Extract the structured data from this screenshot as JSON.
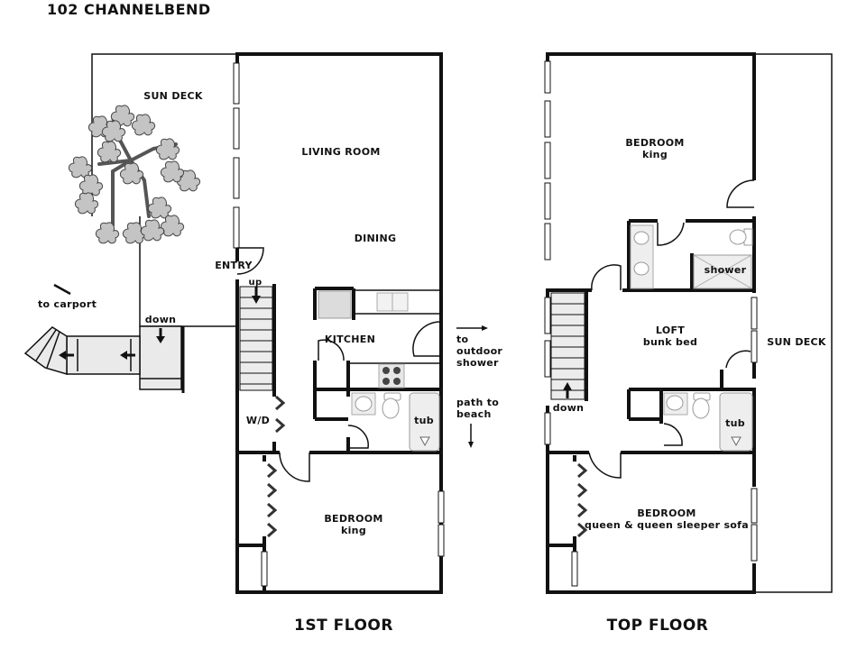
{
  "title": "102 CHANNELBEND",
  "first_floor": {
    "label": "1ST FLOOR",
    "rooms": {
      "sun_deck": "SUN DECK",
      "living_room": "LIVING ROOM",
      "dining": "DINING",
      "entry": "ENTRY",
      "kitchen": "KITCHEN",
      "wd": "W/D",
      "tub": "tub",
      "bedroom": {
        "name": "BEDROOM",
        "bed": "king"
      }
    },
    "annotations": {
      "up": "up",
      "down": "down",
      "to_carport": "to carport",
      "outdoor_shower": [
        "to",
        "outdoor",
        "shower"
      ],
      "path_to_beach": [
        "path to",
        "beach"
      ]
    }
  },
  "top_floor": {
    "label": "TOP FLOOR",
    "rooms": {
      "bedroom_top": {
        "name": "BEDROOM",
        "bed": "king"
      },
      "shower": "shower",
      "loft": {
        "name": "LOFT",
        "bed": "bunk bed"
      },
      "sun_deck": "SUN DECK",
      "tub": "tub",
      "bedroom_bottom": {
        "name": "BEDROOM",
        "bed": "queen & queen sleeper sofa"
      }
    },
    "annotations": {
      "down": "down"
    }
  },
  "colors": {
    "wall": "#111111",
    "fixture_fill": "#e6e6e6",
    "tree_fill": "#bdbdbd",
    "tree_stroke": "#555555"
  }
}
